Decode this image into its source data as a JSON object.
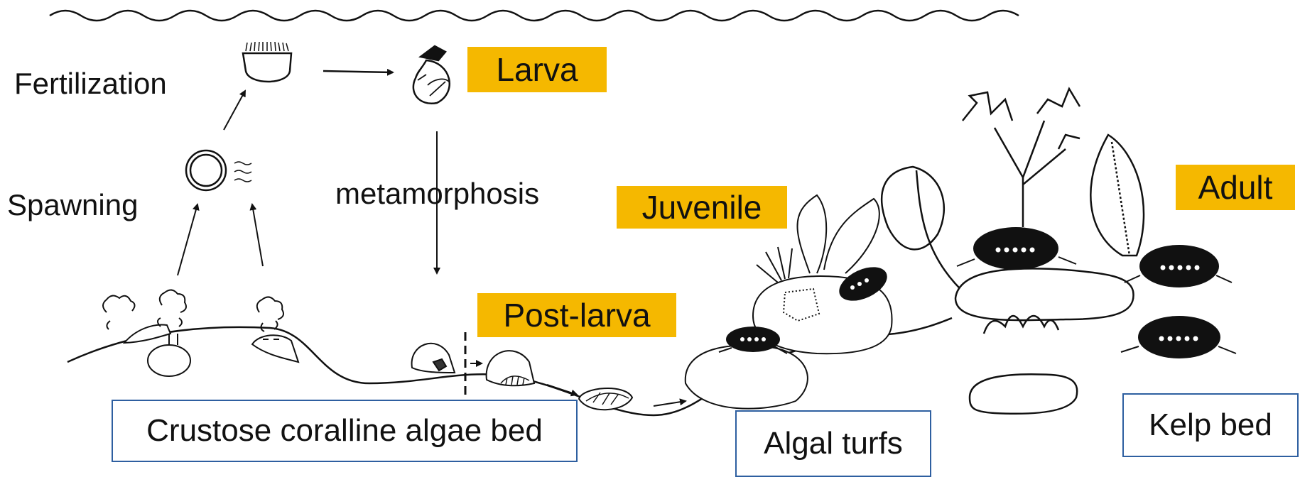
{
  "labels": {
    "fertilization": "Fertilization",
    "spawning": "Spawning",
    "metamorphosis": "metamorphosis"
  },
  "stages": {
    "larva": "Larva",
    "juvenile": "Juvenile",
    "post_larva": "Post-larva",
    "adult": "Adult"
  },
  "habitats": {
    "crustose": "Crustose coralline algae bed",
    "turfs": "Algal turfs",
    "kelp": "Kelp bed"
  },
  "colors": {
    "stage_tag": "#f5b800",
    "habitat_border": "#2e5fa0",
    "ink": "#111111"
  }
}
